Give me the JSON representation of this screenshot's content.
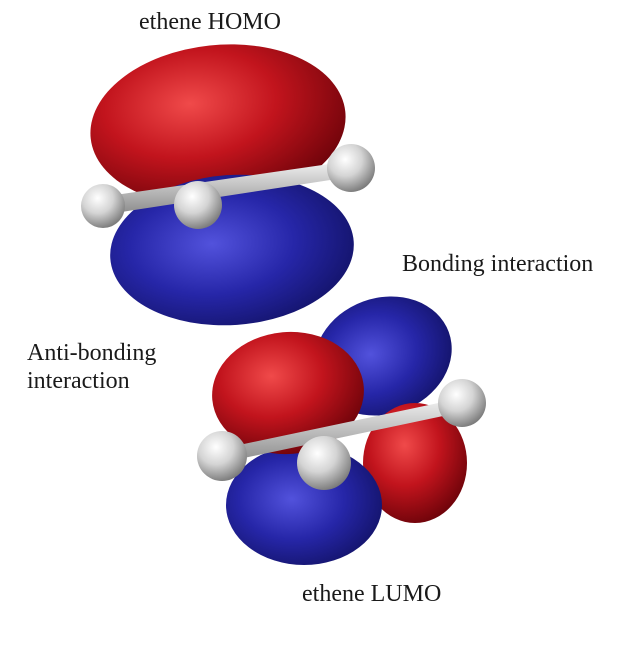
{
  "labels": {
    "homo": "ethene HOMO",
    "bonding": "Bonding interaction",
    "antibonding_line1": "Anti-bonding",
    "antibonding_line2": "interaction",
    "lumo": "ethene LUMO"
  },
  "colors": {
    "positive_lobe": "#c0141e",
    "negative_lobe": "#2424a8",
    "atom": "#d8d8d8",
    "background": "#ffffff"
  }
}
